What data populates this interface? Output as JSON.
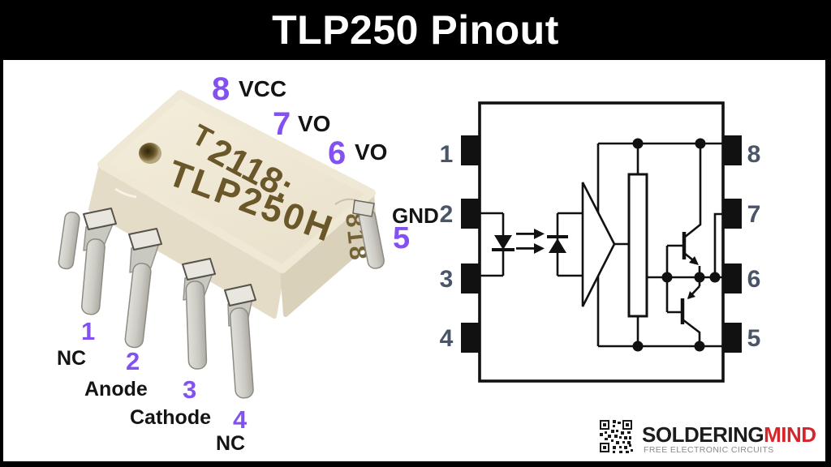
{
  "title": "TLP250 Pinout",
  "colors": {
    "accent_purple": "#8251f0",
    "label_black": "#141414",
    "schematic_pin_gray": "#4a5568",
    "brand_red": "#d7252b"
  },
  "chip": {
    "logo_glyph": "T",
    "marking_line1": "2118:",
    "marking_line2": "TLP250H",
    "marking_side": "818"
  },
  "photo_labels": [
    {
      "number": "8",
      "name": "VCC"
    },
    {
      "number": "7",
      "name": "VO"
    },
    {
      "number": "6",
      "name": "VO"
    },
    {
      "number": "5",
      "name": "GND"
    },
    {
      "number": "1",
      "name": "NC"
    },
    {
      "number": "2",
      "name": "Anode"
    },
    {
      "number": "3",
      "name": "Cathode"
    },
    {
      "number": "4",
      "name": "NC"
    }
  ],
  "schematic": {
    "left_pins": [
      "1",
      "2",
      "3",
      "4"
    ],
    "right_pins": [
      "8",
      "7",
      "6",
      "5"
    ]
  },
  "brand": {
    "name_primary": "SOLDERING",
    "name_accent": "MIND",
    "tagline": "FREE ELECTRONIC CIRCUITS"
  }
}
